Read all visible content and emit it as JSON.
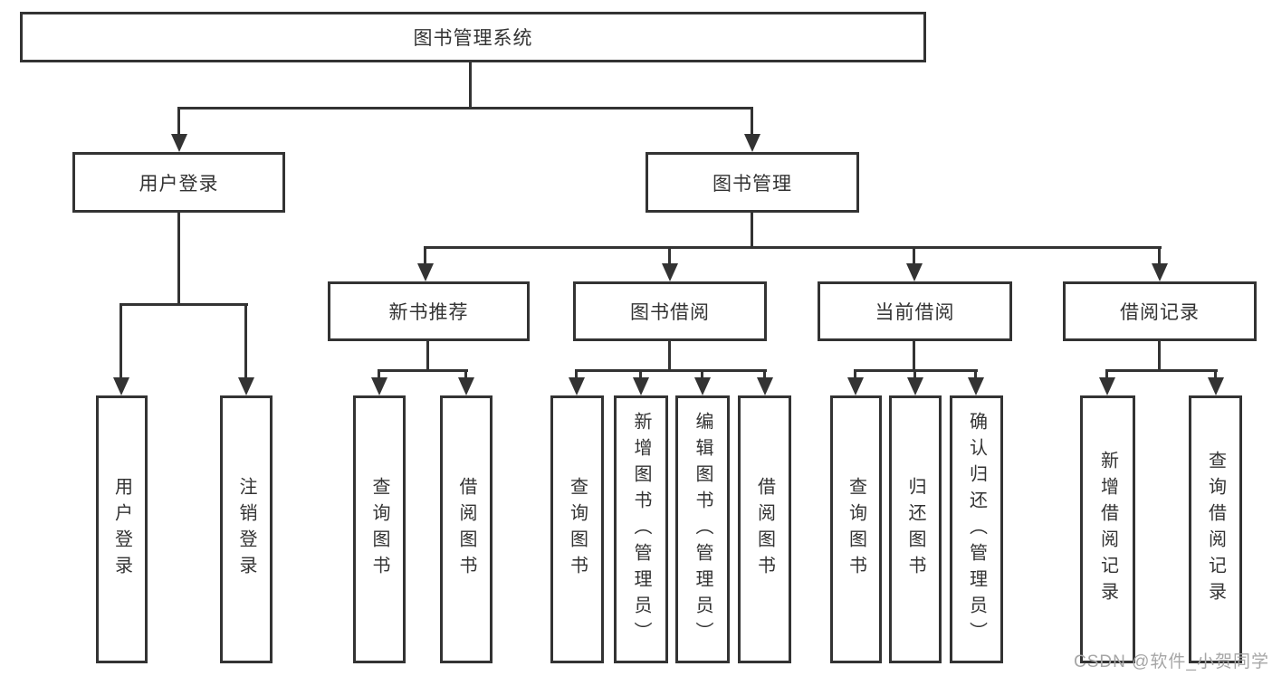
{
  "diagram_title": "图书管理系统",
  "tree": {
    "root": {
      "label": "图书管理系统"
    },
    "level2": [
      {
        "label": "用户登录"
      },
      {
        "label": "图书管理"
      }
    ],
    "level3": [
      {
        "label": "新书推荐",
        "parent": "图书管理"
      },
      {
        "label": "图书借阅",
        "parent": "图书管理"
      },
      {
        "label": "当前借阅",
        "parent": "图书管理"
      },
      {
        "label": "借阅记录",
        "parent": "图书管理"
      }
    ],
    "leaves": [
      {
        "label": "用户登录",
        "parent": "用户登录"
      },
      {
        "label": "注销登录",
        "parent": "用户登录"
      },
      {
        "label": "查询图书",
        "parent": "新书推荐"
      },
      {
        "label": "借阅图书",
        "parent": "新书推荐"
      },
      {
        "label": "查询图书",
        "parent": "图书借阅"
      },
      {
        "label": "新增图书（管理员）",
        "parent": "图书借阅"
      },
      {
        "label": "编辑图书（管理员）",
        "parent": "图书借阅"
      },
      {
        "label": "借阅图书",
        "parent": "图书借阅"
      },
      {
        "label": "查询图书",
        "parent": "当前借阅"
      },
      {
        "label": "归还图书",
        "parent": "当前借阅"
      },
      {
        "label": "确认归还（管理员）",
        "parent": "当前借阅"
      },
      {
        "label": "新增借阅记录",
        "parent": "借阅记录"
      },
      {
        "label": "查询借阅记录",
        "parent": "借阅记录"
      }
    ]
  },
  "watermark": {
    "text": "CSDN @软件_小贺同学"
  },
  "colors": {
    "line": "#333333",
    "box_border": "#333333",
    "text": "#333333",
    "background": "#ffffff",
    "watermark": "#a6a6a6"
  }
}
